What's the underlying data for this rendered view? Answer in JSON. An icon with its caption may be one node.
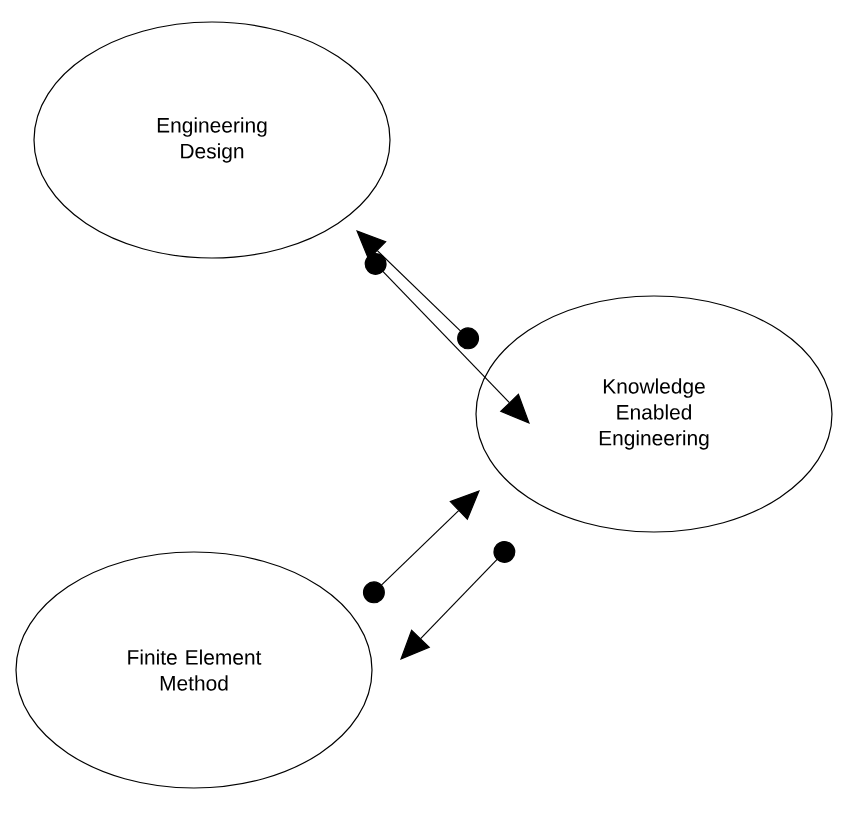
{
  "diagram": {
    "nodes": [
      {
        "text": [
          "Engineering Design"
        ]
      },
      {
        "text": [
          "Knowledge Enabled Engineering"
        ]
      },
      {
        "text": [
          "Finite Element Method"
        ]
      }
    ],
    "edges": [
      {
        "from": 0,
        "to": 1,
        "arrow": "to"
      },
      {
        "from": 1,
        "to": 0,
        "arrow": "to"
      },
      {
        "from": 2,
        "to": 1,
        "arrow": "to"
      },
      {
        "from": 1,
        "to": 2,
        "arrow": "to"
      }
    ]
  }
}
